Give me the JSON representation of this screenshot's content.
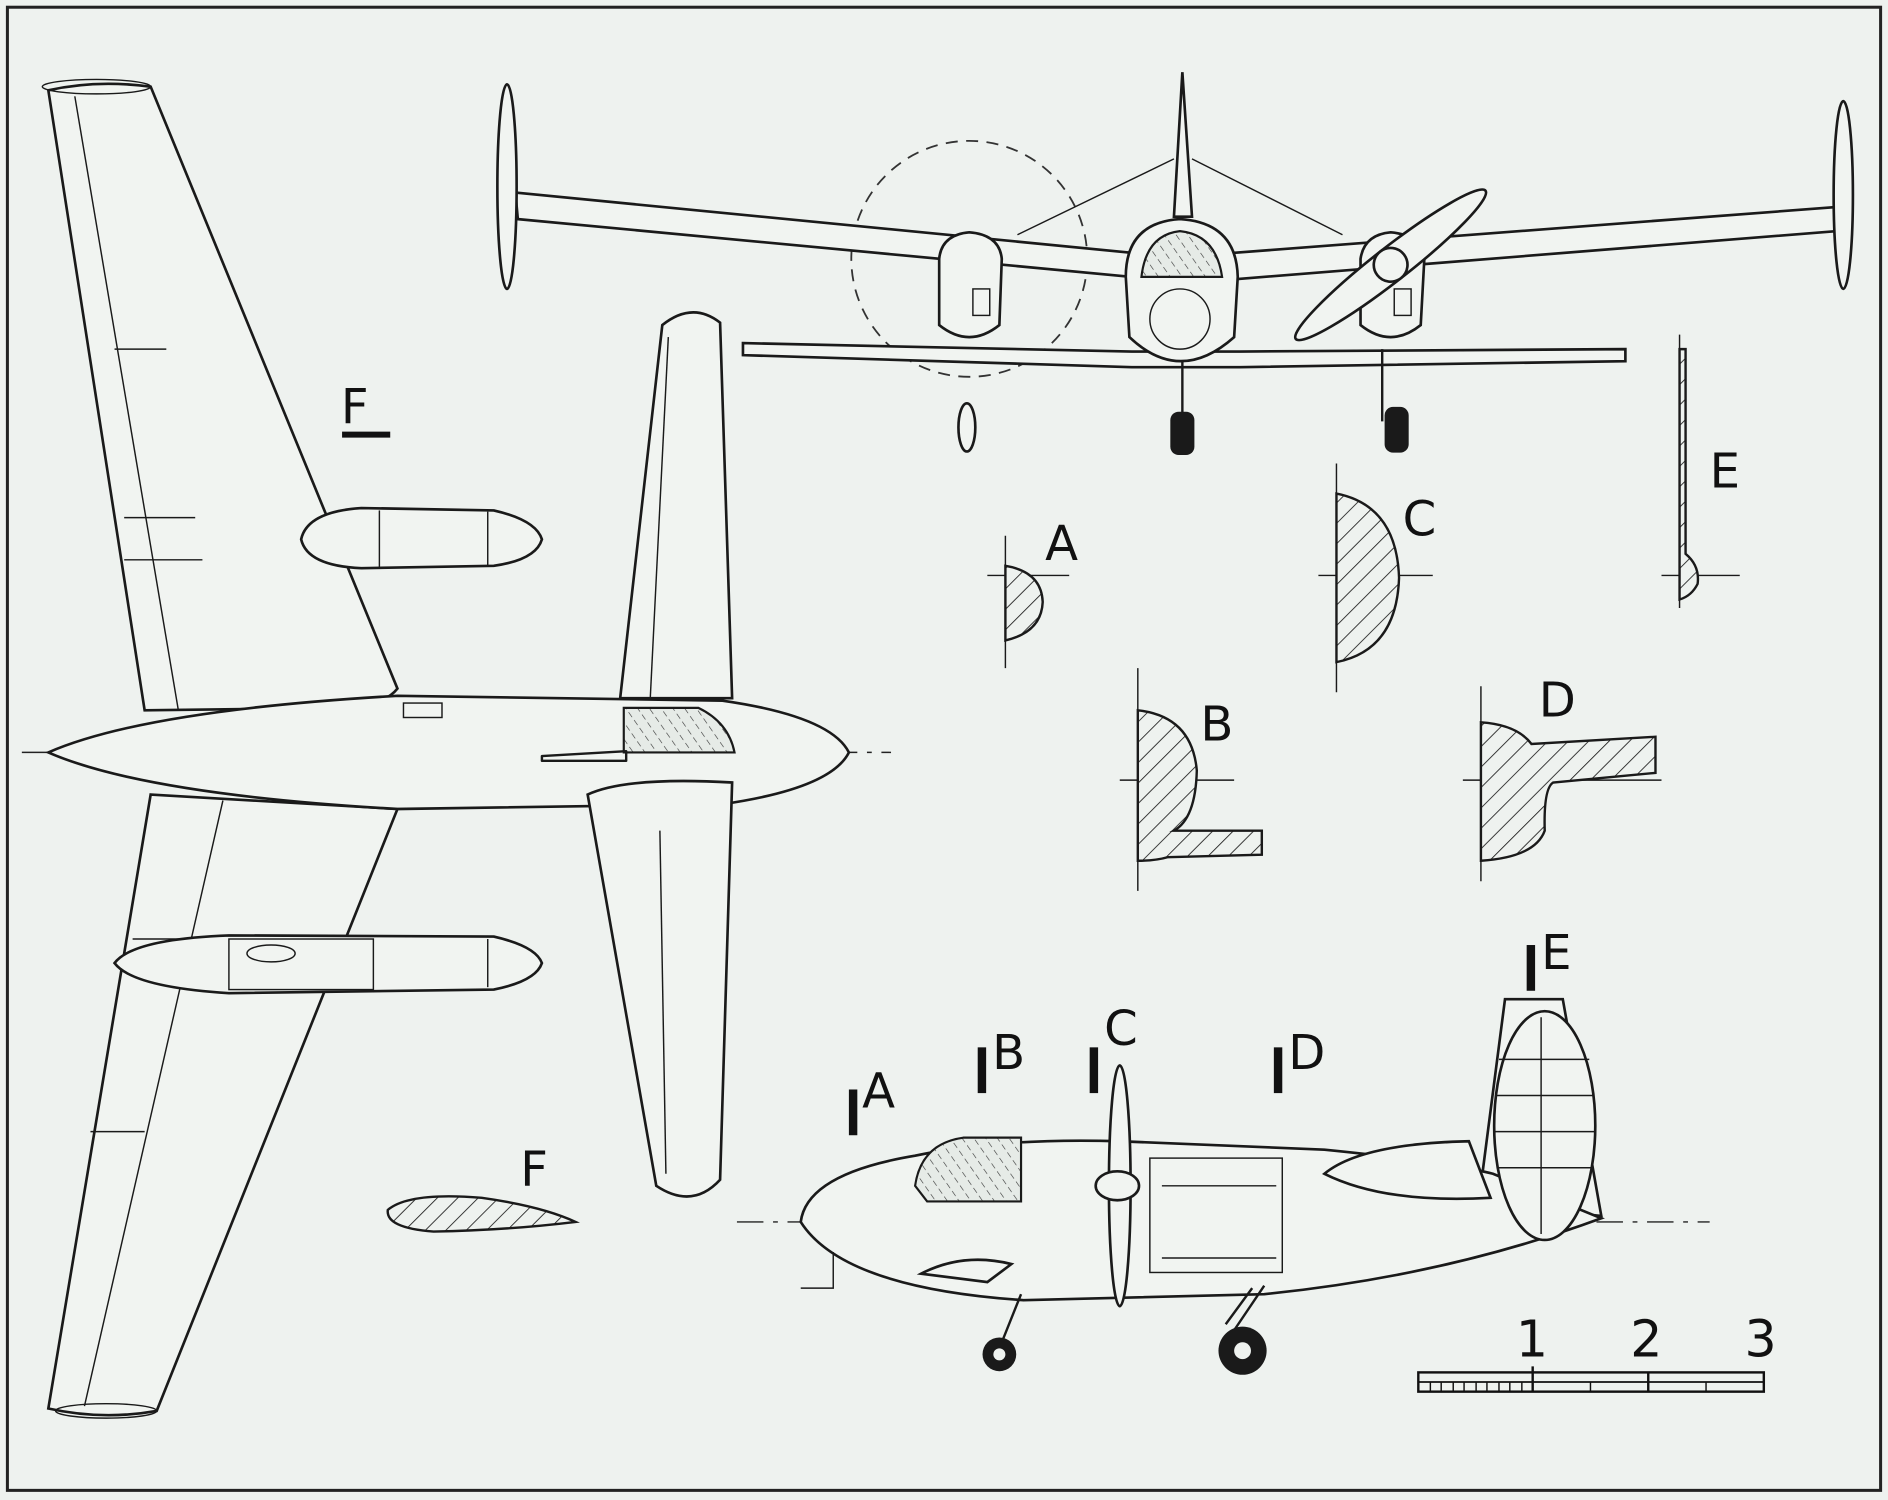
{
  "drawing": {
    "top_view_label": "F",
    "section_labels": {
      "a": "A",
      "b": "B",
      "c": "C",
      "d": "D",
      "e": "E",
      "f": "F"
    },
    "station_labels": {
      "a": "A",
      "b": "B",
      "c": "C",
      "d": "D",
      "e": "E"
    },
    "scale_bar": {
      "ticks": [
        "1",
        "2",
        "3"
      ]
    }
  },
  "colors": {
    "paper": "#eef2ef",
    "ink": "#1a1a1a"
  }
}
